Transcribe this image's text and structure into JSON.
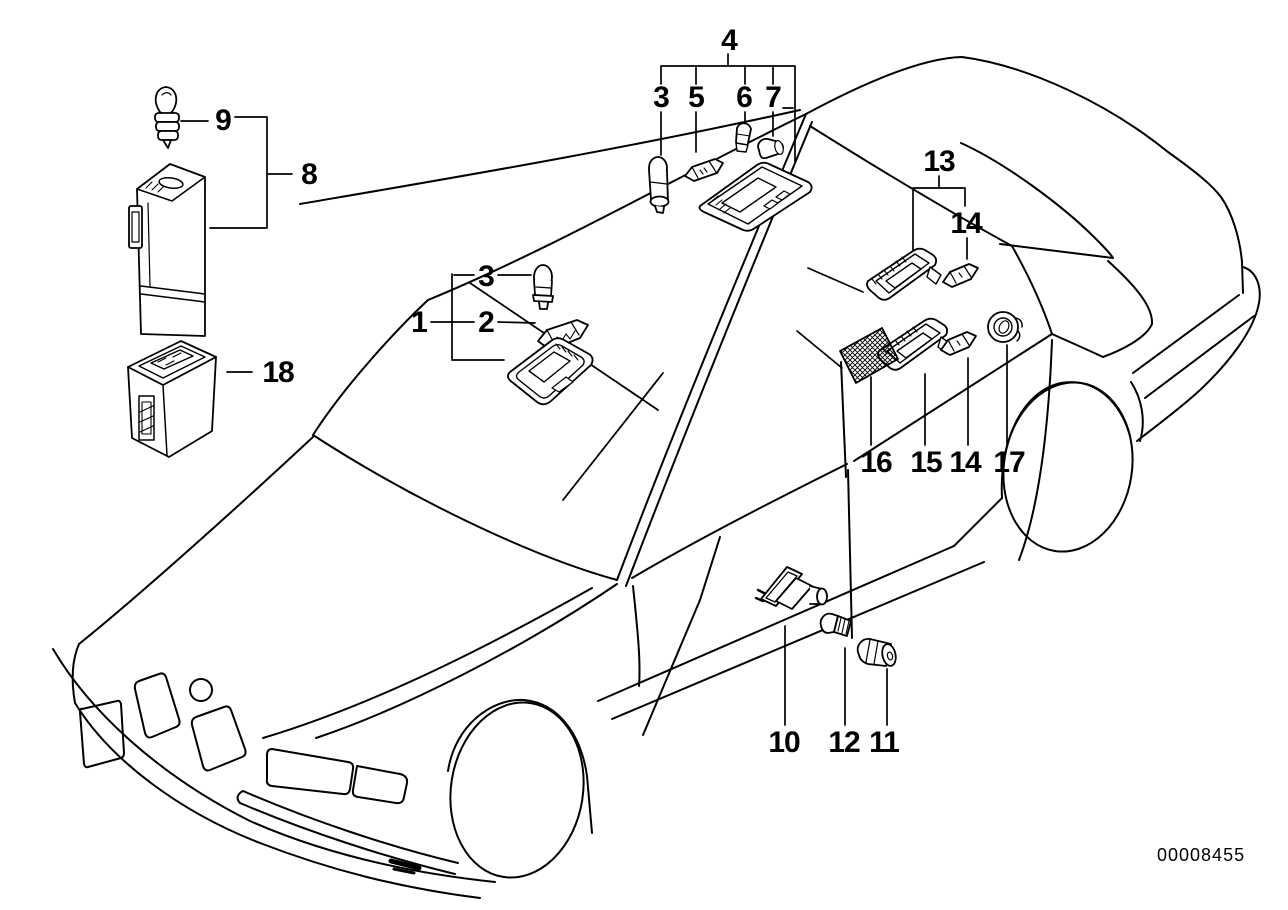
{
  "diagram": {
    "background": "#ffffff",
    "line_color": "#000000",
    "doc_number": "00008455",
    "callouts": {
      "c1": "1",
      "c2": "2",
      "c3_front": "3",
      "c3_roof": "3",
      "c4": "4",
      "c5": "5",
      "c6": "6",
      "c7": "7",
      "c8": "8",
      "c9": "9",
      "c10": "10",
      "c11": "11",
      "c12": "12",
      "c13": "13",
      "c14_top": "14",
      "c14_row": "14",
      "c15": "15",
      "c16": "16",
      "c17": "17",
      "c18": "18"
    }
  }
}
